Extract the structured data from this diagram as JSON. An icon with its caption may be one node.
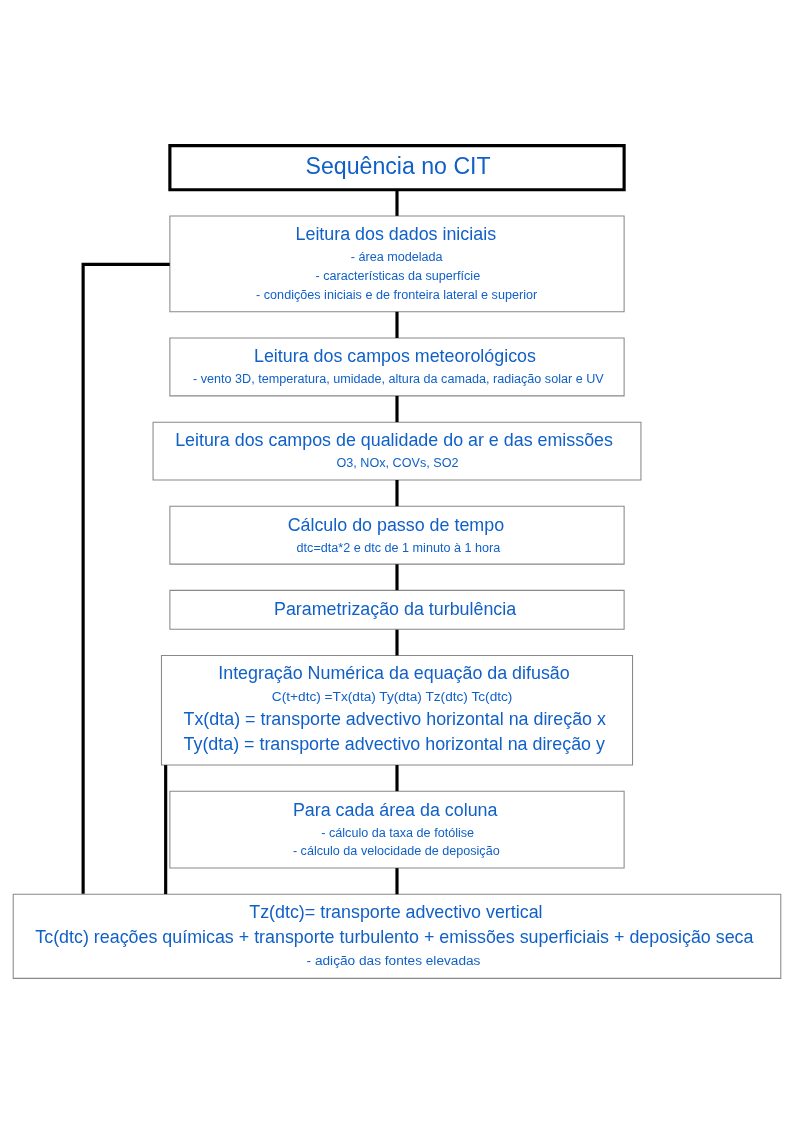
{
  "diagram": {
    "nodes": [
      {
        "text": [
          "Sequência no CIT"
        ]
      },
      {
        "text": [
          "Leitura dos dados iniciais",
          "- área modelada",
          "- características da superfície",
          "- condições iniciais e de fronteira lateral e superior"
        ]
      },
      {
        "text": [
          "Leitura dos campos meteorológicos",
          "- vento 3D, temperatura, umidade, altura da camada, radiação solar e UV"
        ]
      },
      {
        "text": [
          "Leitura dos campos de qualidade do ar e das emissões",
          "O3, NOx, COVs, SO2"
        ]
      },
      {
        "text": [
          "Cálculo do passo de tempo",
          "dtc=dta*2 e dtc de 1 minuto à 1 hora"
        ]
      },
      {
        "text": [
          "Parametrização da turbulência"
        ]
      },
      {
        "text": [
          "Integração Numérica da equação da difusão",
          "C(t+dtc) =Tx(dta) Ty(dta) Tz(dtc) Tc(dtc)",
          "Tx(dta) = transporte advectivo horizontal na direção x",
          "Ty(dta) = transporte advectivo horizontal na direção y"
        ]
      },
      {
        "text": [
          "Para cada área da coluna",
          "- cálculo da taxa de fotólise",
          "- cálculo da velocidade de deposição"
        ]
      },
      {
        "text": [
          "Tz(dtc)= transporte advectivo vertical",
          "Tc(dtc) reações químicas + transporte turbulento + emissões superficiais + deposição seca",
          "- adição das fontes elevadas"
        ]
      }
    ],
    "edges": [
      {
        "from": 0,
        "to": 1,
        "arrow": "none"
      },
      {
        "from": 1,
        "to": 2,
        "arrow": "none"
      },
      {
        "from": 2,
        "to": 3,
        "arrow": "none"
      },
      {
        "from": 3,
        "to": 4,
        "arrow": "none"
      },
      {
        "from": 4,
        "to": 5,
        "arrow": "none"
      },
      {
        "from": 5,
        "to": 6,
        "arrow": "none"
      },
      {
        "from": 6,
        "to": 7,
        "arrow": "none"
      },
      {
        "from": 7,
        "to": 8,
        "arrow": "none"
      },
      {
        "from": 8,
        "to": 1,
        "arrow": "none"
      },
      {
        "from": 8,
        "to": 6,
        "arrow": "none"
      }
    ]
  }
}
